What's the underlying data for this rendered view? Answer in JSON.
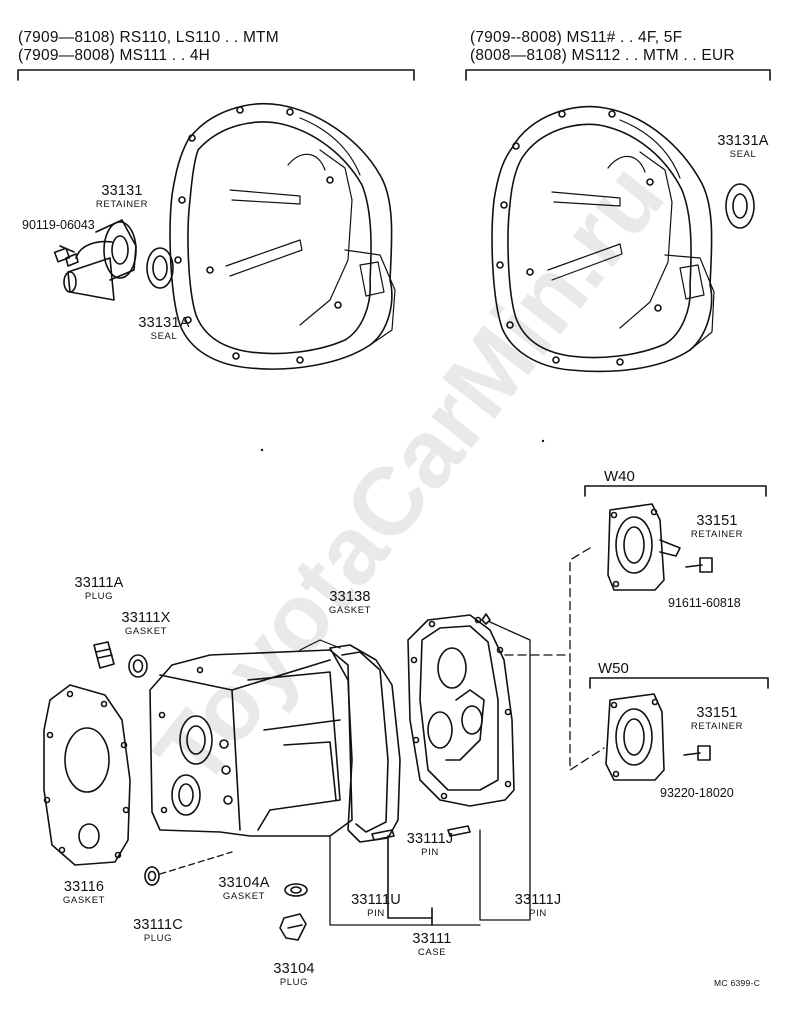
{
  "headers": {
    "left": [
      "(7909—8108) RS110, LS110 . . MTM",
      "(7909—8008) MS111 . . 4H"
    ],
    "right": [
      "(7909--8008) MS11# . . 4F, 5F",
      "(8008—8108) MS112 . . MTM . . EUR"
    ]
  },
  "parts": {
    "p33131": {
      "num": "33131",
      "sub": "RETAINER"
    },
    "p90119": {
      "num": "90119-06043"
    },
    "p33131A_left": {
      "num": "33131A",
      "sub": "SEAL"
    },
    "p33131A_right": {
      "num": "33131A",
      "sub": "SEAL"
    },
    "p33151_w40": {
      "num": "33151",
      "sub": "RETAINER"
    },
    "p91611": {
      "num": "91611-60818"
    },
    "p33151_w50": {
      "num": "33151",
      "sub": "RETAINER"
    },
    "p93220": {
      "num": "93220-18020"
    },
    "p33111A": {
      "num": "33111A",
      "sub": "PLUG"
    },
    "p33111X": {
      "num": "33111X",
      "sub": "GASKET"
    },
    "p33138": {
      "num": "33138",
      "sub": "GASKET"
    },
    "p33116": {
      "num": "33116",
      "sub": "GASKET"
    },
    "p33111C": {
      "num": "33111C",
      "sub": "PLUG"
    },
    "p33104A": {
      "num": "33104A",
      "sub": "GASKET"
    },
    "p33104": {
      "num": "33104",
      "sub": "PLUG"
    },
    "p33111U": {
      "num": "33111U",
      "sub": "PIN"
    },
    "p33111J_mid": {
      "num": "33111J",
      "sub": "PIN"
    },
    "p33111J_right": {
      "num": "33111J",
      "sub": "PIN"
    },
    "p33111": {
      "num": "33111",
      "sub": "CASE"
    }
  },
  "variants": {
    "w40": "W40",
    "w50": "W50"
  },
  "footer_code": "MC 6399-C",
  "watermark": "ToyotaCarMin.ru"
}
